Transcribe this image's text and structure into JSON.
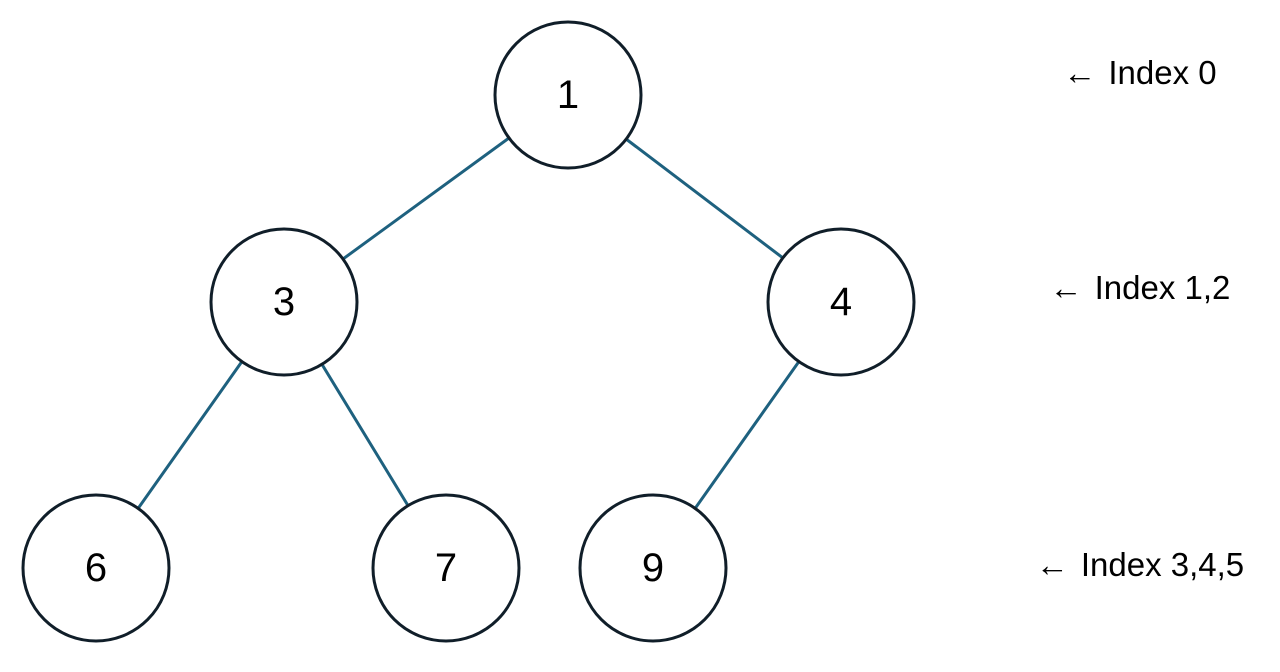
{
  "colors": {
    "edge": "#1e617f",
    "node_stroke": "#101e29",
    "node_fill": "#ffffff",
    "text": "#000000",
    "background": "#ffffff"
  },
  "tree": {
    "type": "binary-tree",
    "nodes": [
      {
        "value": "1",
        "level": 0
      },
      {
        "value": "3",
        "level": 1
      },
      {
        "value": "4",
        "level": 1
      },
      {
        "value": "6",
        "level": 2
      },
      {
        "value": "7",
        "level": 2
      },
      {
        "value": "9",
        "level": 2
      }
    ],
    "edges": [
      {
        "from": "1",
        "to": "3"
      },
      {
        "from": "1",
        "to": "4"
      },
      {
        "from": "3",
        "to": "6"
      },
      {
        "from": "3",
        "to": "7"
      },
      {
        "from": "4",
        "to": "9"
      }
    ]
  },
  "annotations": [
    {
      "arrow": "←",
      "label": "Index 0"
    },
    {
      "arrow": "←",
      "label": "Index 1,2"
    },
    {
      "arrow": "←",
      "label": "Index 3,4,5"
    }
  ]
}
